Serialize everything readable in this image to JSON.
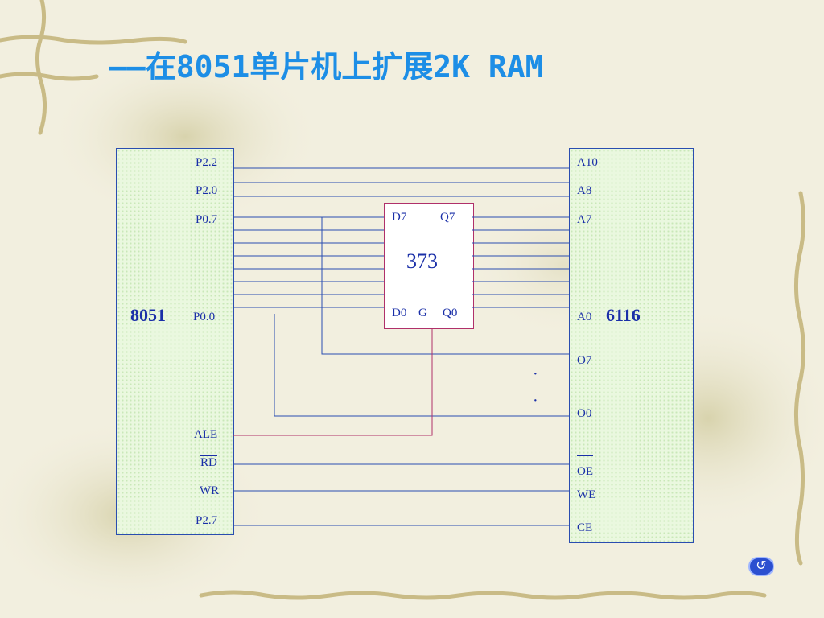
{
  "title": "——在8051单片机上扩展2K RAM",
  "chip8051": {
    "name": "8051",
    "pins": {
      "p22": "P2.2",
      "p20": "P2.0",
      "p07": "P0.7",
      "p00": "P0.0",
      "ale": "ALE",
      "rd": "RD",
      "wr": "WR",
      "p27": "P2.7"
    }
  },
  "chip373": {
    "name": "373",
    "d7": "D7",
    "q7": "Q7",
    "d0": "D0",
    "g": "G",
    "q0": "Q0"
  },
  "chip6116": {
    "name": "6116",
    "pins": {
      "a10": "A10",
      "a8": "A8",
      "a7": "A7",
      "a0": "A0",
      "o7": "O7",
      "o0": "O0",
      "oe": "OE",
      "we": "WE",
      "ce": "CE"
    }
  },
  "dots": [
    "·",
    "·"
  ],
  "colors": {
    "wire": "#2a4db0",
    "ale_wire": "#b0306a",
    "title": "#1d8ee6"
  },
  "nav": {
    "icon": "loop-back-icon",
    "glyph": "↺"
  }
}
